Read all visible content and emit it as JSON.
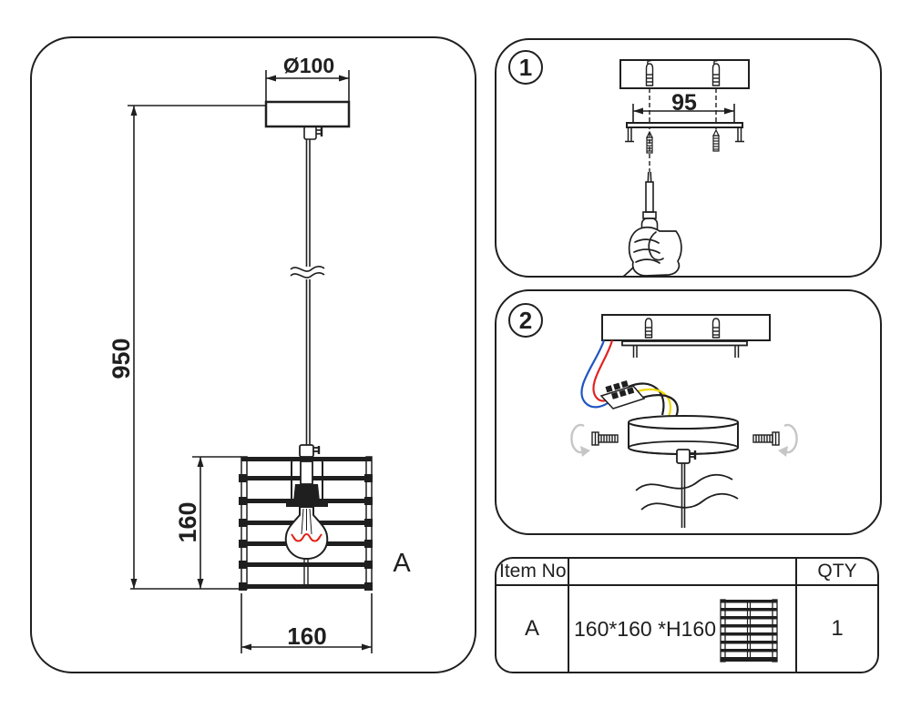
{
  "left_panel": {
    "item_label": "A",
    "dim_canopy_diameter": "Ø100",
    "dim_suspension_length": "950",
    "dim_shade_height": "160",
    "dim_shade_width": "160"
  },
  "step1": {
    "number": "1",
    "dim_bracket_width": "95"
  },
  "step2": {
    "number": "2"
  },
  "parts_table": {
    "header_item_no": "Item No",
    "header_qty": "QTY",
    "rows": [
      {
        "item_no": "A",
        "dimensions": "160*160 *H160",
        "qty": "1"
      }
    ]
  },
  "colors": {
    "line": "#1f1f1f",
    "wire_blue": "#2056c0",
    "wire_red": "#e02323",
    "wire_yellow": "#f0d800",
    "wire_black": "#1f1f1f",
    "filament_red": "#e02318",
    "rotation_gray": "#c6c6c6"
  }
}
